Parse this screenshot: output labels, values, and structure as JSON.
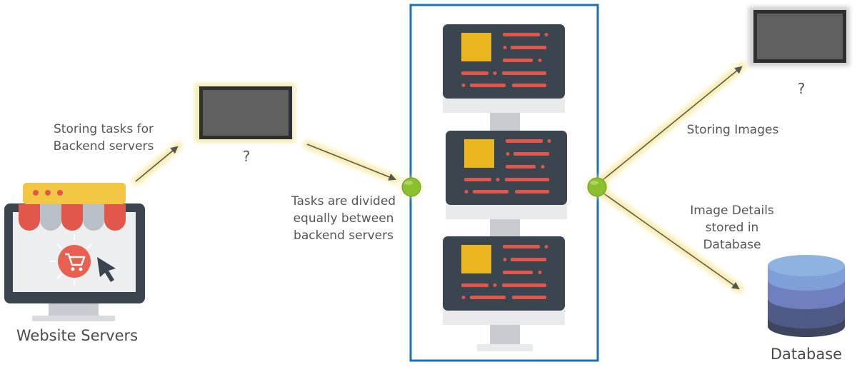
{
  "labels": {
    "website_servers": "Website Servers",
    "storing_tasks_line1": "Storing tasks for",
    "storing_tasks_line2": "Backend servers",
    "queue_question": "?",
    "tasks_divided_line1": "Tasks are divided",
    "tasks_divided_line2": "equally between",
    "tasks_divided_line3": "backend servers",
    "storage_question": "?",
    "storing_images": "Storing Images",
    "image_details_line1": "Image Details",
    "image_details_line2": "stored in",
    "image_details_line3": "Database",
    "database": "Database"
  },
  "icons": {
    "website": "shop-monitor-icon",
    "queue": "queue-box-icon",
    "backend": "server-monitor-icon",
    "storage": "storage-box-icon",
    "database": "database-stack-icon",
    "load_balancer": "green-node-icon"
  },
  "colors": {
    "frame_border": "#1f6fb2",
    "monitor_screen": "#3b4550",
    "monitor_stand": "#c8ccd0",
    "accent_yellow": "#eab51e",
    "accent_red": "#e2574c",
    "node_green": "#8cbf2e",
    "arrow_glow": "#f6e79a",
    "db_top": "#8fb3e0",
    "db_mid": "#6f7fc0",
    "db_dark": "#4f5a86",
    "db_bottom": "#3e455f"
  }
}
